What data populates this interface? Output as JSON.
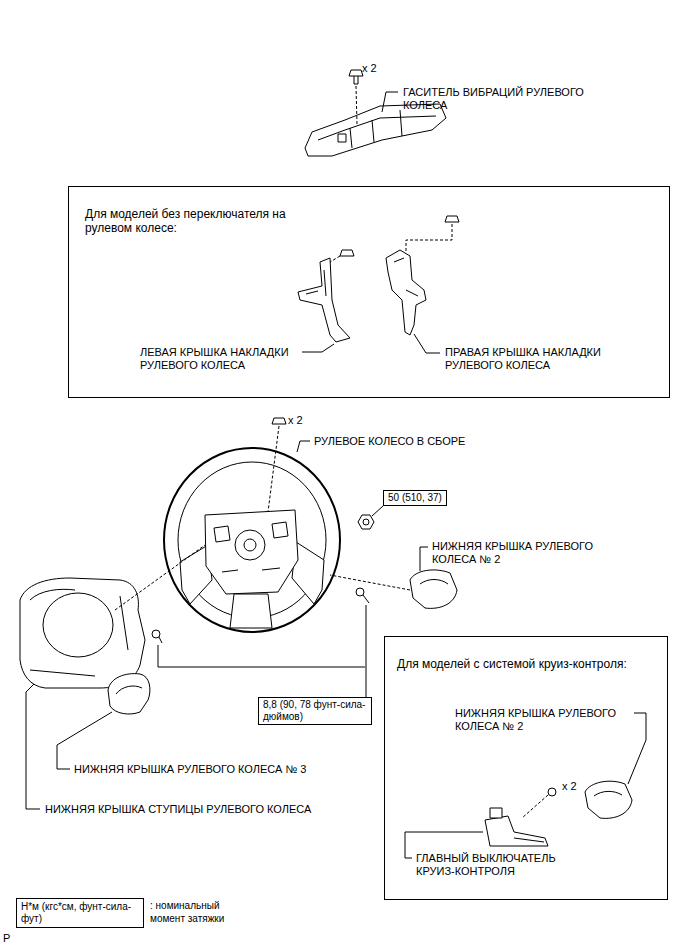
{
  "diagram": {
    "nodes": [
      {
        "text": [
          "Для моделей без переключателя на рулевом колесе:"
        ]
      },
      {
        "text": [
          "50 (510, 37)"
        ]
      },
      {
        "text": [
          "Для моделей с системой круиз-контроля:"
        ]
      },
      {
        "text": [
          "8,8 (90, 78 фунт-сила-дюймов)"
        ]
      },
      {
        "text": [
          "Н*м (кгс*см, фунт-сила-фут)"
        ]
      }
    ],
    "labels": [
      "x 2",
      "ГАСИТЕЛЬ ВИБРАЦИЙ РУЛЕВОГО КОЛЕСА",
      "ЛЕВАЯ КРЫШКА НАКЛАДКИ РУЛЕВОГО КОЛЕСА",
      "ПРАВАЯ КРЫШКА НАКЛАДКИ РУЛЕВОГО КОЛЕСА",
      "x 2",
      "РУЛЕВОЕ КОЛЕСО В СБОРЕ",
      "НИЖНЯЯ КРЫШКА РУЛЕВОГО КОЛЕСА № 2",
      "НИЖНЯЯ КРЫШКА РУЛЕВОГО КОЛЕСА № 2",
      "x 2",
      "ГЛАВНЫЙ ВЫКЛЮЧАТЕЛЬ КРУИЗ-КОНТРОЛЯ",
      "НИЖНЯЯ КРЫШКА РУЛЕВОГО КОЛЕСА № 3",
      "НИЖНЯЯ КРЫШКА СТУПИЦЫ РУЛЕВОГО КОЛЕСА",
      "P"
    ],
    "legend": [
      {
        "text": ": номинальный момент затяжки"
      }
    ]
  }
}
